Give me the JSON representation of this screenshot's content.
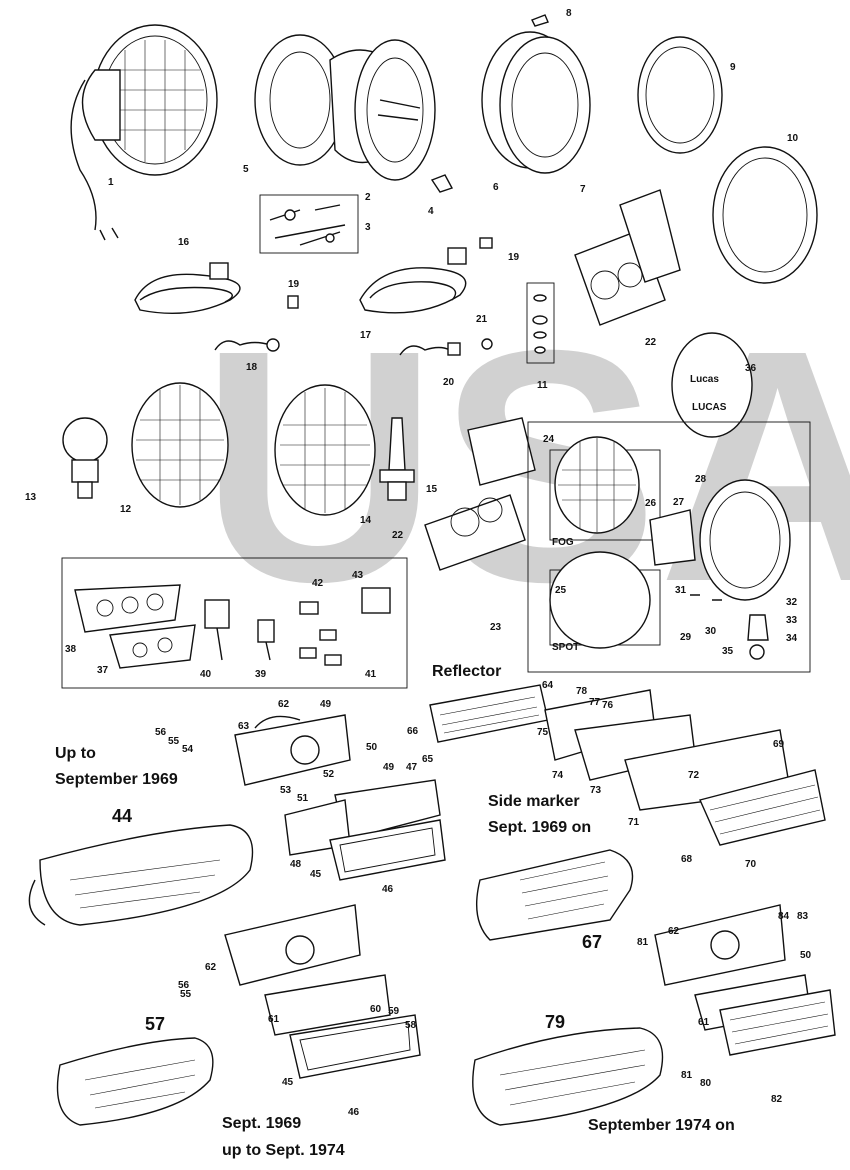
{
  "watermark": "USA",
  "labels": {
    "reflector": "Reflector",
    "side_marker_1": "Side marker",
    "side_marker_2": "Sept. 1969 on",
    "up_to_1": "Up to",
    "up_to_2": "September 1969",
    "sept69_1": "Sept. 1969",
    "sept69_2": "up to Sept. 1974",
    "sept74": "September 1974 on",
    "fog": "FOG",
    "spot": "SPOT",
    "lucas_1": "Lucas",
    "lucas_2": "LUCAS"
  },
  "callouts": {
    "n1": "1",
    "n2": "2",
    "n3": "3",
    "n4": "4",
    "n5": "5",
    "n6": "6",
    "n7": "7",
    "n8": "8",
    "n9": "9",
    "n10": "10",
    "n11": "11",
    "n12": "12",
    "n13": "13",
    "n14": "14",
    "n15": "15",
    "n16": "16",
    "n17": "17",
    "n18": "18",
    "n19a": "19",
    "n19b": "19",
    "n20": "20",
    "n21": "21",
    "n22a": "22",
    "n22b": "22",
    "n23": "23",
    "n24": "24",
    "n25": "25",
    "n26": "26",
    "n27": "27",
    "n28": "28",
    "n29": "29",
    "n30": "30",
    "n31": "31",
    "n32": "32",
    "n33": "33",
    "n34": "34",
    "n35": "35",
    "n36": "36",
    "n37": "37",
    "n38": "38",
    "n39": "39",
    "n40": "40",
    "n41": "41",
    "n42": "42",
    "n43": "43",
    "n44": "44",
    "n45a": "45",
    "n45b": "45",
    "n46a": "46",
    "n46b": "46",
    "n47": "47",
    "n48": "48",
    "n49a": "49",
    "n49b": "49",
    "n50a": "50",
    "n50b": "50",
    "n51": "51",
    "n52": "52",
    "n53": "53",
    "n54": "54",
    "n55a": "55",
    "n55b": "55",
    "n56a": "56",
    "n56b": "56",
    "n57": "57",
    "n58": "58",
    "n59": "59",
    "n60": "60",
    "n61a": "61",
    "n61b": "61",
    "n62a": "62",
    "n62b": "62",
    "n62c": "62",
    "n63": "63",
    "n64": "64",
    "n65": "65",
    "n66": "66",
    "n67": "67",
    "n68": "68",
    "n69": "69",
    "n70": "70",
    "n71": "71",
    "n72": "72",
    "n73": "73",
    "n74": "74",
    "n75": "75",
    "n76": "76",
    "n77": "77",
    "n78": "78",
    "n79": "79",
    "n80": "80",
    "n81a": "81",
    "n81b": "81",
    "n82": "82",
    "n83": "83",
    "n84": "84"
  }
}
